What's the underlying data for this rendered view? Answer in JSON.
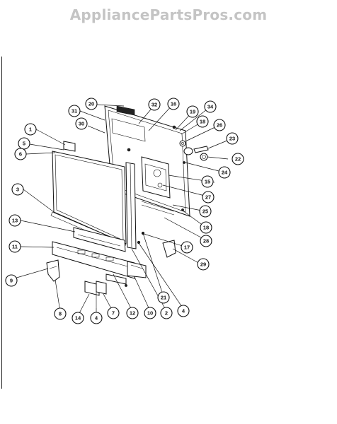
{
  "watermark": {
    "text": "AppliancePartsPros.com"
  },
  "callouts": [
    {
      "id": "20",
      "label": "20"
    },
    {
      "id": "32",
      "label": "32"
    },
    {
      "id": "16a",
      "label": "16"
    },
    {
      "id": "19",
      "label": "19"
    },
    {
      "id": "34",
      "label": "34"
    },
    {
      "id": "31",
      "label": "31"
    },
    {
      "id": "30",
      "label": "30"
    },
    {
      "id": "18a",
      "label": "18"
    },
    {
      "id": "26",
      "label": "26"
    },
    {
      "id": "1",
      "label": "1"
    },
    {
      "id": "23",
      "label": "23"
    },
    {
      "id": "5",
      "label": "5"
    },
    {
      "id": "6",
      "label": "6"
    },
    {
      "id": "22",
      "label": "22"
    },
    {
      "id": "24",
      "label": "24"
    },
    {
      "id": "15",
      "label": "15"
    },
    {
      "id": "3",
      "label": "3"
    },
    {
      "id": "27",
      "label": "27"
    },
    {
      "id": "25",
      "label": "25"
    },
    {
      "id": "13",
      "label": "13"
    },
    {
      "id": "18b",
      "label": "18"
    },
    {
      "id": "28",
      "label": "28"
    },
    {
      "id": "11",
      "label": "11"
    },
    {
      "id": "17",
      "label": "17"
    },
    {
      "id": "29",
      "label": "29"
    },
    {
      "id": "9",
      "label": "9"
    },
    {
      "id": "21",
      "label": "21"
    },
    {
      "id": "8",
      "label": "8"
    },
    {
      "id": "14",
      "label": "14"
    },
    {
      "id": "4a",
      "label": "4"
    },
    {
      "id": "7",
      "label": "7"
    },
    {
      "id": "12",
      "label": "12"
    },
    {
      "id": "10",
      "label": "10"
    },
    {
      "id": "2",
      "label": "2"
    },
    {
      "id": "4b",
      "label": "4"
    }
  ]
}
